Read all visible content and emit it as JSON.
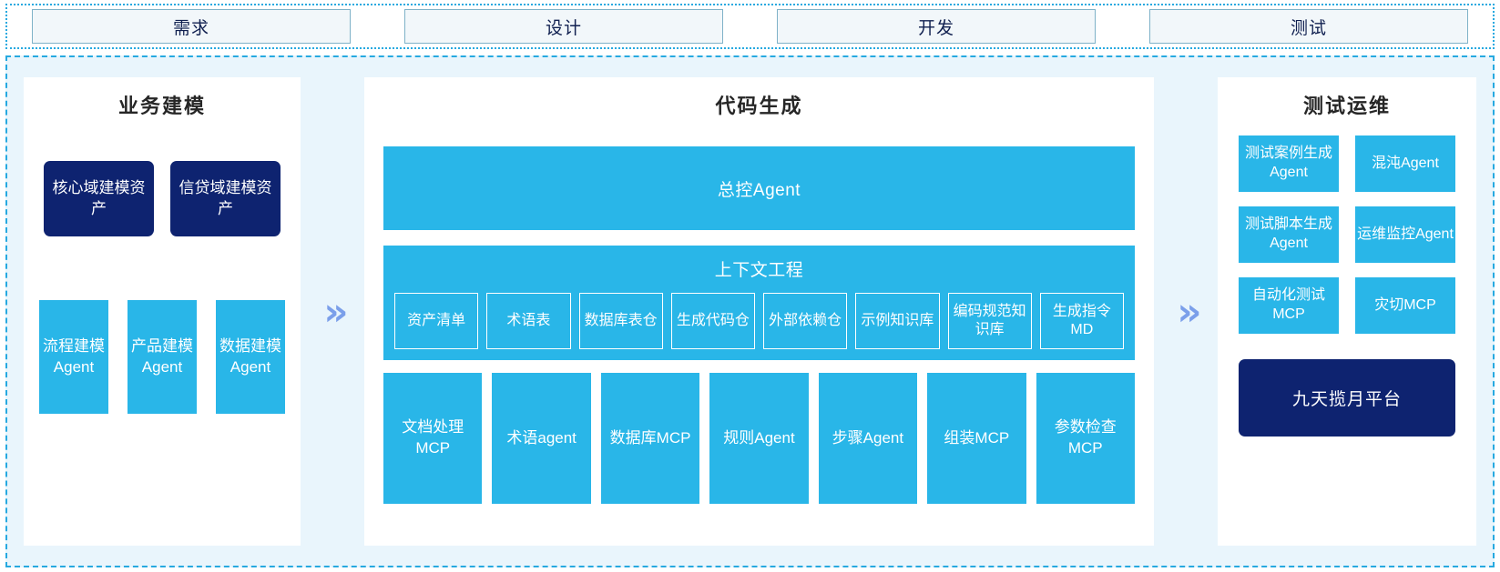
{
  "stages": {
    "items": [
      {
        "label": "需求"
      },
      {
        "label": "设计"
      },
      {
        "label": "开发"
      },
      {
        "label": "测试"
      }
    ]
  },
  "arrows": {
    "glyph": "»",
    "color": "#7B9FEA"
  },
  "colors": {
    "cyan": "#29B6E8",
    "navy": "#0E2370",
    "region_bg": "#E9F5FC",
    "dashed_border": "#27A9E0",
    "stage_fill": "#F2F7FA",
    "stage_border": "#7FB2C8",
    "stage_text": "#102050",
    "panel_bg": "#FFFFFF",
    "title_text": "#262626"
  },
  "left_panel": {
    "title": "业务建模",
    "assets": [
      {
        "label": "核心域建模资产"
      },
      {
        "label": "信贷域建模资产"
      }
    ],
    "agents": [
      {
        "label": "流程建模Agent"
      },
      {
        "label": "产品建模Agent"
      },
      {
        "label": "数据建模Agent"
      }
    ]
  },
  "center_panel": {
    "title": "代码生成",
    "master_agent": "总控Agent",
    "context": {
      "title": "上下文工程",
      "items": [
        {
          "label": "资产清单"
        },
        {
          "label": "术语表"
        },
        {
          "label": "数据库表仓"
        },
        {
          "label": "生成代码仓"
        },
        {
          "label": "外部依赖仓"
        },
        {
          "label": "示例知识库"
        },
        {
          "label": "编码规范知识库"
        },
        {
          "label": "生成指令MD"
        }
      ]
    },
    "mcp_items": [
      {
        "label": "文档处理MCP"
      },
      {
        "label": "术语agent"
      },
      {
        "label": "数据库MCP"
      },
      {
        "label": "规则Agent"
      },
      {
        "label": "步骤Agent"
      },
      {
        "label": "组装MCP"
      },
      {
        "label": "参数检查MCP"
      }
    ]
  },
  "right_panel": {
    "title": "测试运维",
    "items": [
      {
        "label": "测试案例生成Agent"
      },
      {
        "label": "混沌Agent"
      },
      {
        "label": "测试脚本生成Agent"
      },
      {
        "label": "运维监控Agent"
      },
      {
        "label": "自动化测试MCP"
      },
      {
        "label": "灾切MCP"
      }
    ],
    "platform": "九天揽月平台"
  }
}
